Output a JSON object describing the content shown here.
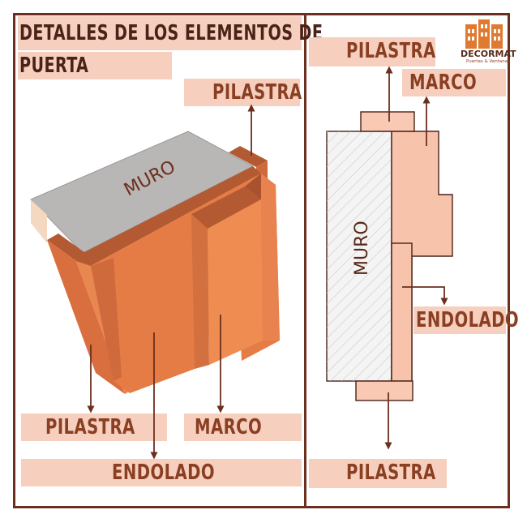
{
  "title": {
    "line1": "DETALLES DE LOS ELEMENTOS DE",
    "line2": "PUERTA"
  },
  "logo": {
    "name": "DECORMAT",
    "tagline": "Puertas & Ventanas"
  },
  "left_view": {
    "muro": "MURO",
    "pilastra_top": "PILASTRA",
    "pilastra_bottom": "PILASTRA",
    "marco": "MARCO",
    "endolado": "ENDOLADO"
  },
  "right_view": {
    "pilastra_top": "PILASTRA",
    "marco": "MARCO",
    "muro": "MURO",
    "endolado": "ENDOLADO",
    "pilastra_bottom": "PILASTRA"
  },
  "colors": {
    "frame": "#6b2f1e",
    "label_band": "#f7cfbf",
    "label_text": "#8a3f22",
    "wood": "#e6814d",
    "wall": "#b9b6b6"
  }
}
